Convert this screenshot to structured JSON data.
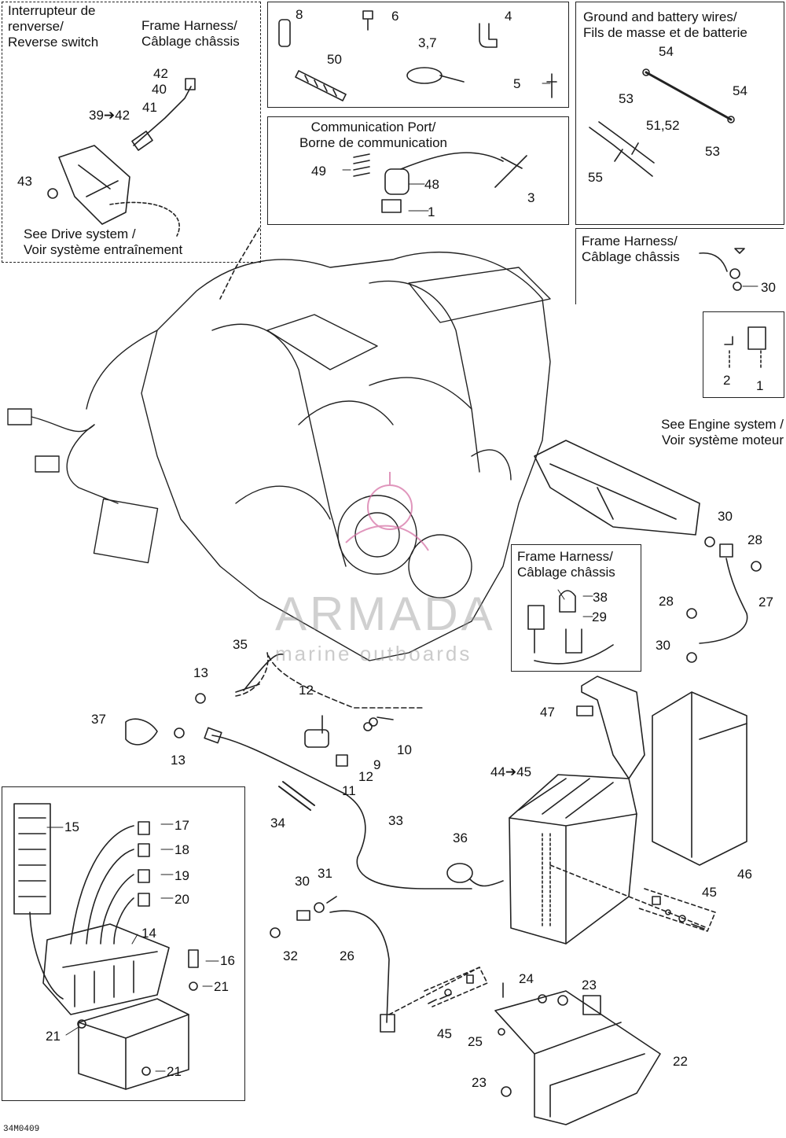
{
  "captions": {
    "reverse_switch": [
      "Interrupteur de",
      "renverse/",
      "Reverse switch"
    ],
    "frame_harness_top": [
      "Frame Harness/",
      "Câblage châssis"
    ],
    "drive_system": [
      "See Drive system /",
      "Voir système entraînement"
    ],
    "comm_port": [
      "Communication Port/",
      "Borne de communication"
    ],
    "ground_battery": [
      "Ground and battery wires/",
      "Fils de masse et de batterie"
    ],
    "frame_harness_right": [
      "Frame Harness/",
      "Câblage châssis"
    ],
    "engine_system": [
      "See Engine system /",
      "Voir système moteur"
    ],
    "frame_harness_mid": [
      "Frame Harness/",
      "Câblage châssis"
    ]
  },
  "watermark": {
    "brand": "ARMADA",
    "sub": "marine outboards"
  },
  "drawing_code": "34M0409",
  "callouts": [
    "42",
    "40",
    "41",
    "39➔42",
    "43",
    "8",
    "6",
    "4",
    "3,7",
    "50",
    "5",
    "49",
    "48",
    "1",
    "3",
    "54",
    "53",
    "54",
    "51,52",
    "53",
    "55",
    "30",
    "2",
    "1",
    "30",
    "28",
    "38",
    "29",
    "28",
    "27",
    "30",
    "35",
    "13",
    "12",
    "37",
    "13",
    "10",
    "9",
    "12",
    "11",
    "47",
    "44➔45",
    "34",
    "33",
    "36",
    "46",
    "45",
    "15",
    "17",
    "18",
    "19",
    "20",
    "14",
    "16",
    "21",
    "21",
    "21",
    "30",
    "31",
    "32",
    "26",
    "24",
    "23",
    "45",
    "25",
    "23",
    "22"
  ],
  "colors": {
    "line": "#222222",
    "watermark": "#9a9a9a",
    "accent": "#d36aa0"
  }
}
